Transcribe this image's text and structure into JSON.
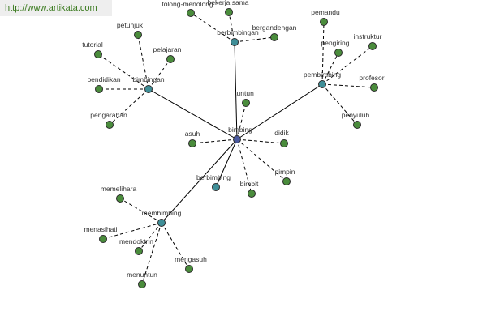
{
  "watermark": "http://www.artikata.com",
  "colors": {
    "center": "#4a5aa0",
    "hub": "#3f8f98",
    "leaf": "#4a8c3c"
  },
  "center": {
    "id": "bimbing",
    "label": "bimbing"
  },
  "hubs": [
    {
      "id": "bimbingan",
      "label": "bimbingan"
    },
    {
      "id": "berbimbingan",
      "label": "berbimbingan"
    },
    {
      "id": "pembimbing",
      "label": "pembimbing"
    },
    {
      "id": "membimbing",
      "label": "membimbing"
    },
    {
      "id": "berbimbing",
      "label": "berbimbing"
    }
  ],
  "leaves": [
    {
      "id": "tutorial",
      "label": "tutorial"
    },
    {
      "id": "petunjuk",
      "label": "petunjuk"
    },
    {
      "id": "pelajaran",
      "label": "pelajaran"
    },
    {
      "id": "pendidikan",
      "label": "pendidikan"
    },
    {
      "id": "pengarahan",
      "label": "pengarahan"
    },
    {
      "id": "tolong-menolong",
      "label": "tolong-menolong"
    },
    {
      "id": "bekerja-sama",
      "label": "bekerja sama"
    },
    {
      "id": "bergandengan",
      "label": "bergandengan"
    },
    {
      "id": "pemandu",
      "label": "pemandu"
    },
    {
      "id": "pengiring",
      "label": "pengiring"
    },
    {
      "id": "instruktur",
      "label": "instruktur"
    },
    {
      "id": "profesor",
      "label": "profesor"
    },
    {
      "id": "penyuluh",
      "label": "penyuluh"
    },
    {
      "id": "tuntun",
      "label": "tuntun"
    },
    {
      "id": "asuh",
      "label": "asuh"
    },
    {
      "id": "didik",
      "label": "didik"
    },
    {
      "id": "pimpin",
      "label": "pimpin"
    },
    {
      "id": "bimbit",
      "label": "bimbit"
    },
    {
      "id": "memelihara",
      "label": "memelihara"
    },
    {
      "id": "menasihati",
      "label": "menasihati"
    },
    {
      "id": "mendoktrin",
      "label": "mendoktrin"
    },
    {
      "id": "mengasuh",
      "label": "mengasuh"
    },
    {
      "id": "menuntun",
      "label": "menuntun"
    }
  ],
  "edges": [
    {
      "from": "bimbing",
      "to": "bimbingan",
      "style": "solid"
    },
    {
      "from": "bimbing",
      "to": "berbimbingan",
      "style": "solid"
    },
    {
      "from": "bimbing",
      "to": "pembimbing",
      "style": "solid"
    },
    {
      "from": "bimbing",
      "to": "membimbing",
      "style": "solid"
    },
    {
      "from": "bimbing",
      "to": "berbimbing",
      "style": "solid"
    },
    {
      "from": "bimbing",
      "to": "tuntun",
      "style": "dashed"
    },
    {
      "from": "bimbing",
      "to": "asuh",
      "style": "dashed"
    },
    {
      "from": "bimbing",
      "to": "didik",
      "style": "dashed"
    },
    {
      "from": "bimbing",
      "to": "pimpin",
      "style": "dashed"
    },
    {
      "from": "bimbing",
      "to": "bimbit",
      "style": "dashed"
    },
    {
      "from": "bimbingan",
      "to": "tutorial",
      "style": "dashed"
    },
    {
      "from": "bimbingan",
      "to": "petunjuk",
      "style": "dashed"
    },
    {
      "from": "bimbingan",
      "to": "pelajaran",
      "style": "dashed"
    },
    {
      "from": "bimbingan",
      "to": "pendidikan",
      "style": "dashed"
    },
    {
      "from": "bimbingan",
      "to": "pengarahan",
      "style": "dashed"
    },
    {
      "from": "berbimbingan",
      "to": "tolong-menolong",
      "style": "dashed"
    },
    {
      "from": "berbimbingan",
      "to": "bekerja-sama",
      "style": "dashed"
    },
    {
      "from": "berbimbingan",
      "to": "bergandengan",
      "style": "dashed"
    },
    {
      "from": "pembimbing",
      "to": "pemandu",
      "style": "dashed"
    },
    {
      "from": "pembimbing",
      "to": "pengiring",
      "style": "dashed"
    },
    {
      "from": "pembimbing",
      "to": "instruktur",
      "style": "dashed"
    },
    {
      "from": "pembimbing",
      "to": "profesor",
      "style": "dashed"
    },
    {
      "from": "pembimbing",
      "to": "penyuluh",
      "style": "dashed"
    },
    {
      "from": "membimbing",
      "to": "memelihara",
      "style": "dashed"
    },
    {
      "from": "membimbing",
      "to": "menasihati",
      "style": "dashed"
    },
    {
      "from": "membimbing",
      "to": "mendoktrin",
      "style": "dashed"
    },
    {
      "from": "membimbing",
      "to": "mengasuh",
      "style": "dashed"
    },
    {
      "from": "membimbing",
      "to": "menuntun",
      "style": "dashed"
    }
  ]
}
